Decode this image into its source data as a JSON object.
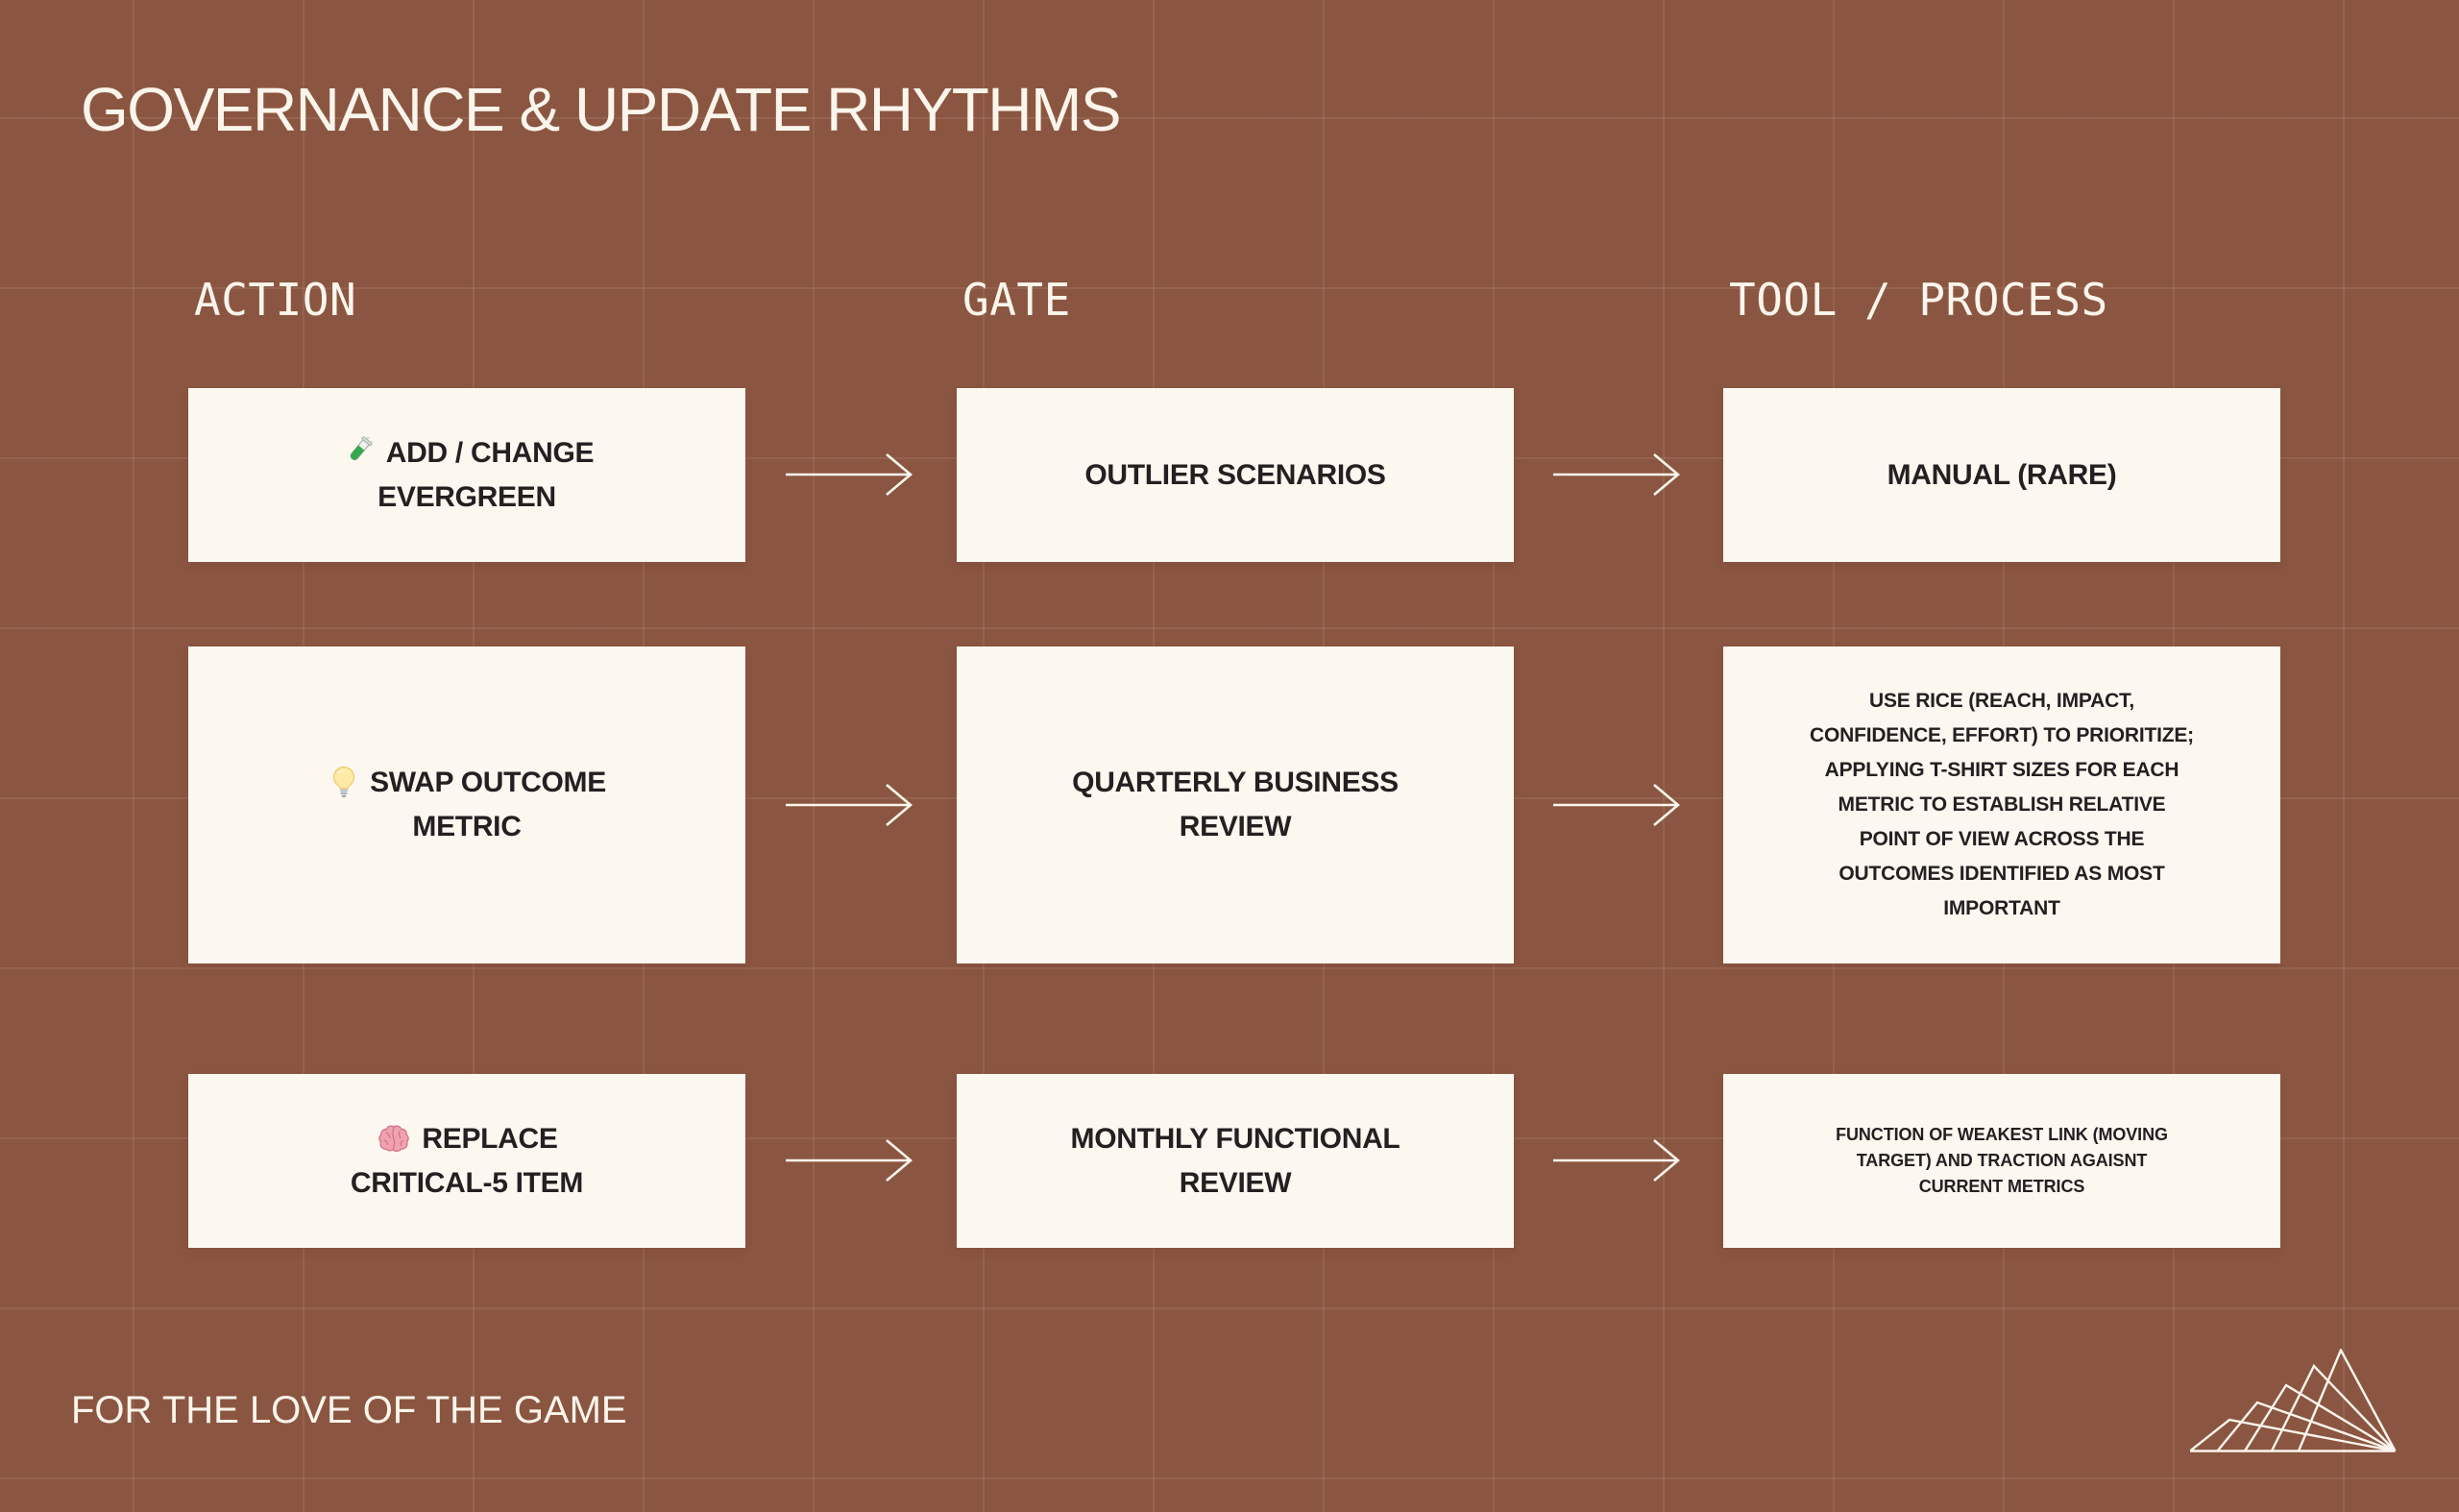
{
  "slide": {
    "title": "GOVERNANCE & UPDATE RHYTHMS",
    "footer": "FOR THE LOVE OF THE GAME"
  },
  "columns": [
    {
      "id": "action",
      "label": "ACTION"
    },
    {
      "id": "gate",
      "label": "GATE"
    },
    {
      "id": "tool",
      "label": "TOOL / PROCESS"
    }
  ],
  "rows": [
    {
      "action": {
        "icon": "test-tube-icon",
        "lines": [
          "ADD / CHANGE",
          "EVERGREEN"
        ]
      },
      "gate": {
        "lines": [
          "OUTLIER SCENARIOS"
        ]
      },
      "tool": {
        "lines": [
          "MANUAL (RARE)"
        ]
      }
    },
    {
      "action": {
        "icon": "light-bulb-icon",
        "lines": [
          "SWAP OUTCOME",
          "METRIC"
        ]
      },
      "gate": {
        "lines": [
          "QUARTERLY BUSINESS",
          "REVIEW"
        ]
      },
      "tool": {
        "lines": [
          "USE RICE (REACH, IMPACT,",
          "CONFIDENCE, EFFORT) TO PRIORITIZE;",
          "APPLYING T-SHIRT SIZES FOR EACH",
          "METRIC TO ESTABLISH RELATIVE",
          "POINT OF VIEW ACROSS THE",
          "OUTCOMES IDENTIFIED AS MOST",
          "IMPORTANT"
        ]
      }
    },
    {
      "action": {
        "icon": "brain-icon",
        "lines": [
          "REPLACE",
          "CRITICAL-5 ITEM"
        ]
      },
      "gate": {
        "lines": [
          "MONTHLY FUNCTIONAL",
          "REVIEW"
        ]
      },
      "tool": {
        "lines": [
          "FUNCTION OF WEAKEST LINK (MOVING",
          "TARGET) AND TRACTION AGAISNT",
          "CURRENT METRICS"
        ]
      }
    }
  ],
  "icons": {
    "arrow": "arrow-right-icon",
    "logo": "mountain-fan-logo-icon"
  },
  "colors": {
    "background": "#8B5641",
    "card": "#FCF7EF",
    "card_text": "#242021",
    "light_text": "#FBF5EC"
  }
}
